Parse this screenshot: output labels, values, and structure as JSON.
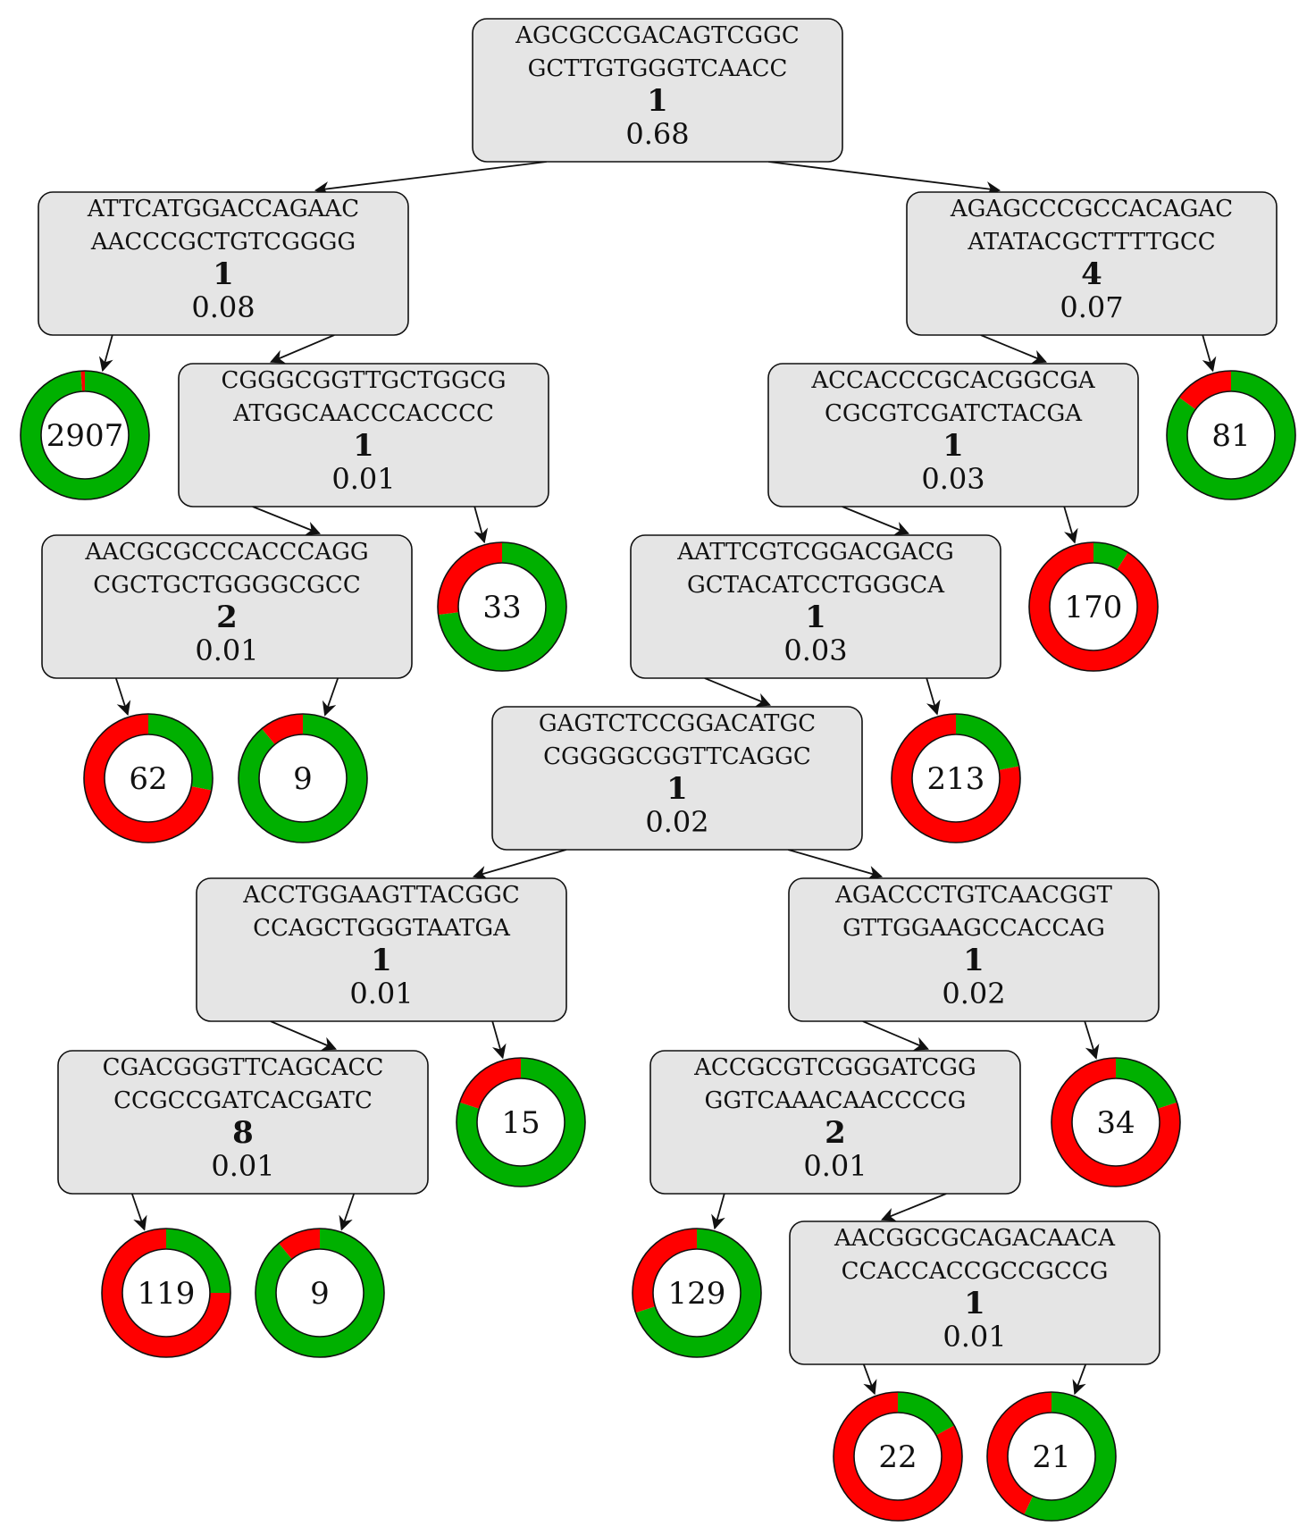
{
  "colors": {
    "positive": "#00b000",
    "negative": "#ff0000",
    "node_fill": "#e5e5e5",
    "edge": "#111111"
  },
  "nodes": [
    {
      "id": "n0",
      "line1": "AGCGCCGACAGTCGGC",
      "line2": "GCTTGTGGGTCAACC",
      "count": "1",
      "score": "0.68"
    },
    {
      "id": "n1",
      "line1": "ATTCATGGACCAGAAC",
      "line2": "AACCCGCTGTCGGGG",
      "count": "1",
      "score": "0.08"
    },
    {
      "id": "n2",
      "line1": "AGAGCCCGCCACAGAC",
      "line2": "ATATACGCTTTTGCC",
      "count": "4",
      "score": "0.07"
    },
    {
      "id": "n3",
      "line1": "CGGGCGGTTGCTGGCG",
      "line2": "ATGGCAACCCACCCC",
      "count": "1",
      "score": "0.01"
    },
    {
      "id": "n4",
      "line1": "ACCACCCGCACGGCGA",
      "line2": "CGCGTCGATCTACGA",
      "count": "1",
      "score": "0.03"
    },
    {
      "id": "n5",
      "line1": "AACGCGCCCACCCAGG",
      "line2": "CGCTGCTGGGGCGCC",
      "count": "2",
      "score": "0.01"
    },
    {
      "id": "n6",
      "line1": "AATTCGTCGGACGACG",
      "line2": "GCTACATCCTGGGCA",
      "count": "1",
      "score": "0.03"
    },
    {
      "id": "n7",
      "line1": "GAGTCTCCGGACATGC",
      "line2": "CGGGGCGGTTCAGGC",
      "count": "1",
      "score": "0.02"
    },
    {
      "id": "n8",
      "line1": "ACCTGGAAGTTACGGC",
      "line2": "CCAGCTGGGTAATGA",
      "count": "1",
      "score": "0.01"
    },
    {
      "id": "n9",
      "line1": "AGACCCTGTCAACGGT",
      "line2": "GTTGGAAGCCACCAG",
      "count": "1",
      "score": "0.02"
    },
    {
      "id": "n10",
      "line1": "CGACGGGTTCAGCACC",
      "line2": "CCGCCGATCACGATC",
      "count": "8",
      "score": "0.01"
    },
    {
      "id": "n11",
      "line1": "ACCGCGTCGGGATCGG",
      "line2": "GGTCAAACAACCCCG",
      "count": "2",
      "score": "0.01"
    },
    {
      "id": "n12",
      "line1": "AACGGCGCAGACAACA",
      "line2": "CCACCACCGCCGCCG",
      "count": "1",
      "score": "0.01"
    }
  ],
  "leaves": [
    {
      "id": "l0",
      "count": "2907",
      "green_fraction": 0.99
    },
    {
      "id": "l1",
      "count": "81",
      "green_fraction": 0.85
    },
    {
      "id": "l2",
      "count": "33",
      "green_fraction": 0.73
    },
    {
      "id": "l3",
      "count": "170",
      "green_fraction": 0.09
    },
    {
      "id": "l4",
      "count": "62",
      "green_fraction": 0.28
    },
    {
      "id": "l5",
      "count": "9",
      "green_fraction": 0.89
    },
    {
      "id": "l6",
      "count": "213",
      "green_fraction": 0.22
    },
    {
      "id": "l7",
      "count": "15",
      "green_fraction": 0.8
    },
    {
      "id": "l8",
      "count": "34",
      "green_fraction": 0.2
    },
    {
      "id": "l9",
      "count": "119",
      "green_fraction": 0.25
    },
    {
      "id": "l10",
      "count": "9",
      "green_fraction": 0.89
    },
    {
      "id": "l11",
      "count": "129",
      "green_fraction": 0.7
    },
    {
      "id": "l12",
      "count": "22",
      "green_fraction": 0.17
    },
    {
      "id": "l13",
      "count": "21",
      "green_fraction": 0.57
    }
  ],
  "edges": [
    {
      "from": "n0",
      "to": "n1"
    },
    {
      "from": "n0",
      "to": "n2"
    },
    {
      "from": "n1",
      "to": "l0"
    },
    {
      "from": "n1",
      "to": "n3"
    },
    {
      "from": "n2",
      "to": "n4"
    },
    {
      "from": "n2",
      "to": "l1"
    },
    {
      "from": "n3",
      "to": "n5"
    },
    {
      "from": "n3",
      "to": "l2"
    },
    {
      "from": "n4",
      "to": "n6"
    },
    {
      "from": "n4",
      "to": "l3"
    },
    {
      "from": "n5",
      "to": "l4"
    },
    {
      "from": "n5",
      "to": "l5"
    },
    {
      "from": "n6",
      "to": "n7"
    },
    {
      "from": "n6",
      "to": "l6"
    },
    {
      "from": "n7",
      "to": "n8"
    },
    {
      "from": "n7",
      "to": "n9"
    },
    {
      "from": "n8",
      "to": "n10"
    },
    {
      "from": "n8",
      "to": "l7"
    },
    {
      "from": "n9",
      "to": "n11"
    },
    {
      "from": "n9",
      "to": "l8"
    },
    {
      "from": "n10",
      "to": "l9"
    },
    {
      "from": "n10",
      "to": "l10"
    },
    {
      "from": "n11",
      "to": "l11"
    },
    {
      "from": "n11",
      "to": "n12"
    },
    {
      "from": "n12",
      "to": "l12"
    },
    {
      "from": "n12",
      "to": "l13"
    }
  ]
}
